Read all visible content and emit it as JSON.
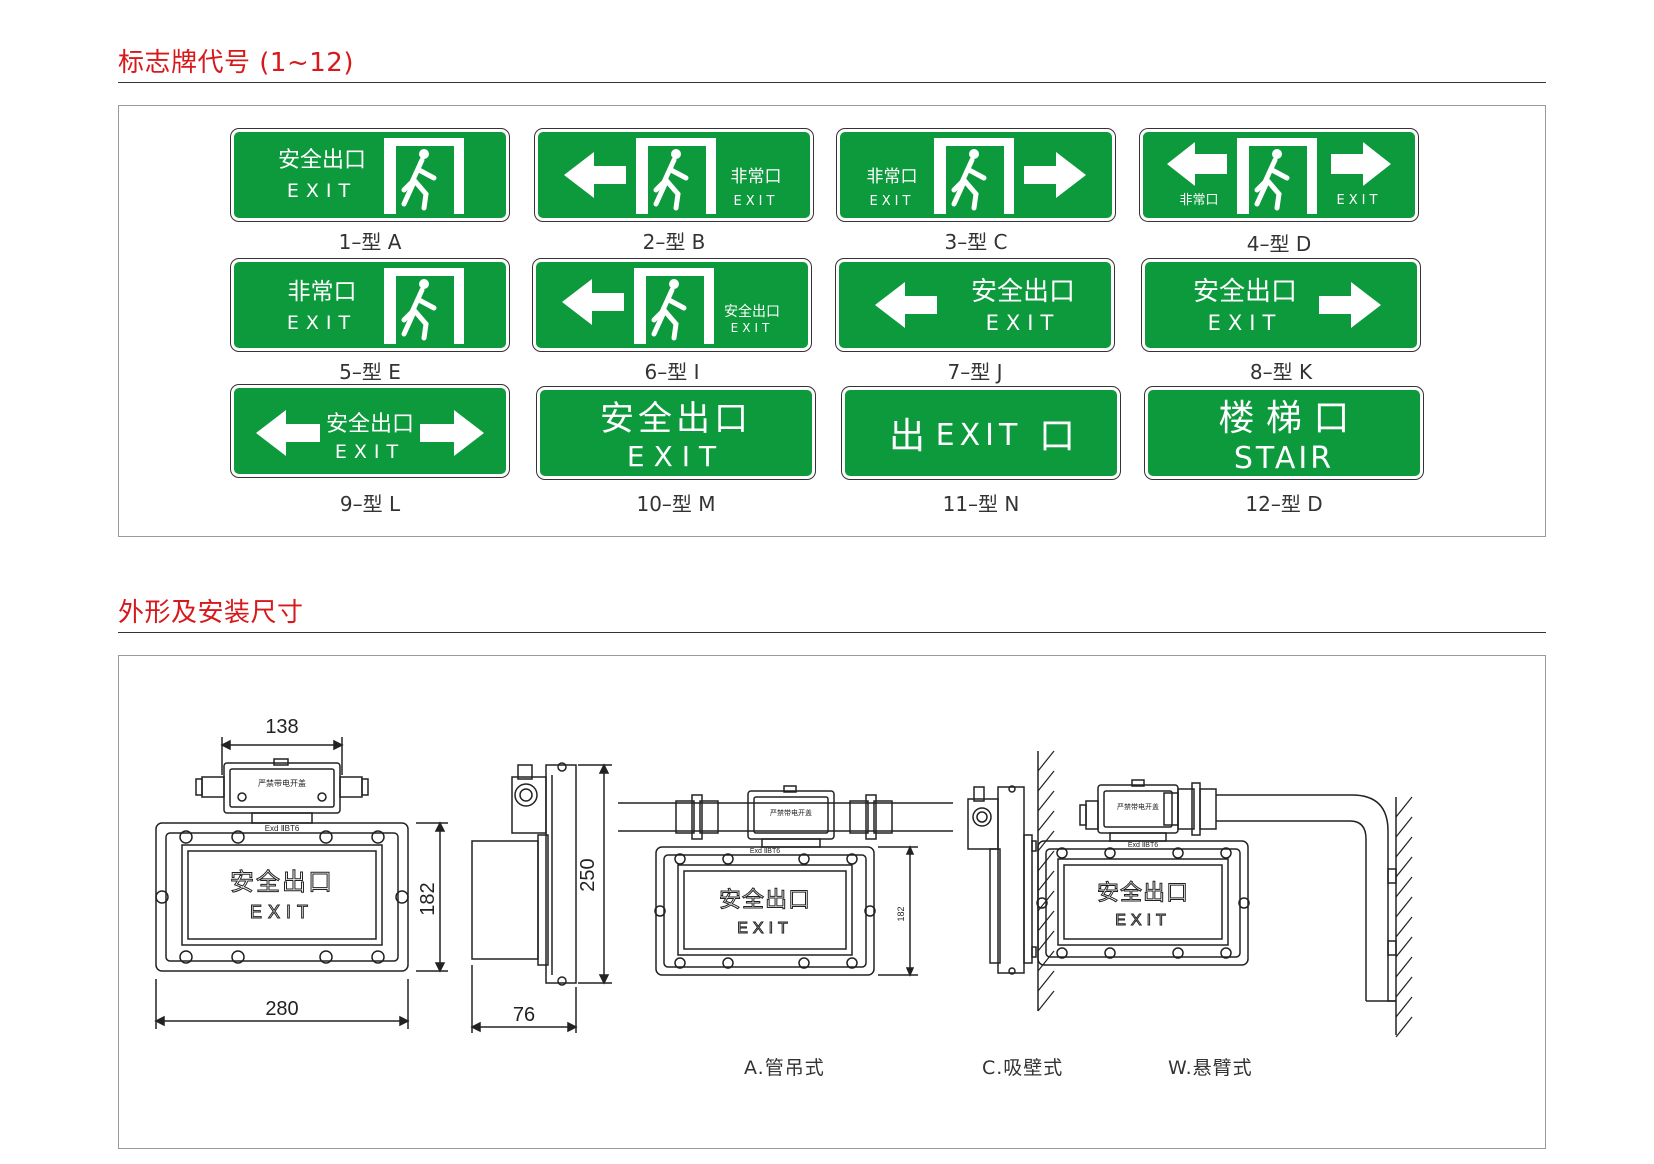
{
  "sections": {
    "signs_title": "标志牌代号 (1~12)",
    "dims_title": "外形及安装尺寸"
  },
  "signs": [
    {
      "caption": "1–型 A",
      "cn": "安全出口",
      "en": "EXIT"
    },
    {
      "caption": "2–型 B",
      "cn": "非常口",
      "en": "EXIT"
    },
    {
      "caption": "3–型 C",
      "cn": "非常口",
      "en": "EXIT"
    },
    {
      "caption": "4–型 D",
      "cn": "非常口",
      "en": "EXIT"
    },
    {
      "caption": "5–型 E",
      "cn": "非常口",
      "en": "EXIT"
    },
    {
      "caption": "6–型 I",
      "cn": "安全出口",
      "en": "EXIT"
    },
    {
      "caption": "7–型 J",
      "cn": "安全出口",
      "en": "EXIT"
    },
    {
      "caption": "8–型 K",
      "cn": "安全出口",
      "en": "EXIT"
    },
    {
      "caption": "9–型 L",
      "cn": "安全出口",
      "en": "EXIT"
    },
    {
      "caption": "10–型 M",
      "cn": "安全出口",
      "en": "EXIT"
    },
    {
      "caption": "11–型 N",
      "cn_left": "出",
      "en": "EXIT",
      "cn_right": "口"
    },
    {
      "caption": "12–型 D",
      "cn": "楼 梯 口",
      "en": "STAIR"
    }
  ],
  "drawing": {
    "dim_top": "138",
    "dim_height": "182",
    "dim_width": "280",
    "dim_depth": "76",
    "dim_total": "250",
    "dim_small": "182",
    "box_label": "严禁带电开盖",
    "ex_mark": "Exd ⅡBT6",
    "lamp_cn": "安全出口",
    "lamp_en": "EXIT"
  },
  "mounts": {
    "pendant": "A.管吊式",
    "wall": "C.吸壁式",
    "arm": "W.悬臂式"
  },
  "colors": {
    "sign_green": "#0c9a3c",
    "title_red": "#d7191c"
  }
}
